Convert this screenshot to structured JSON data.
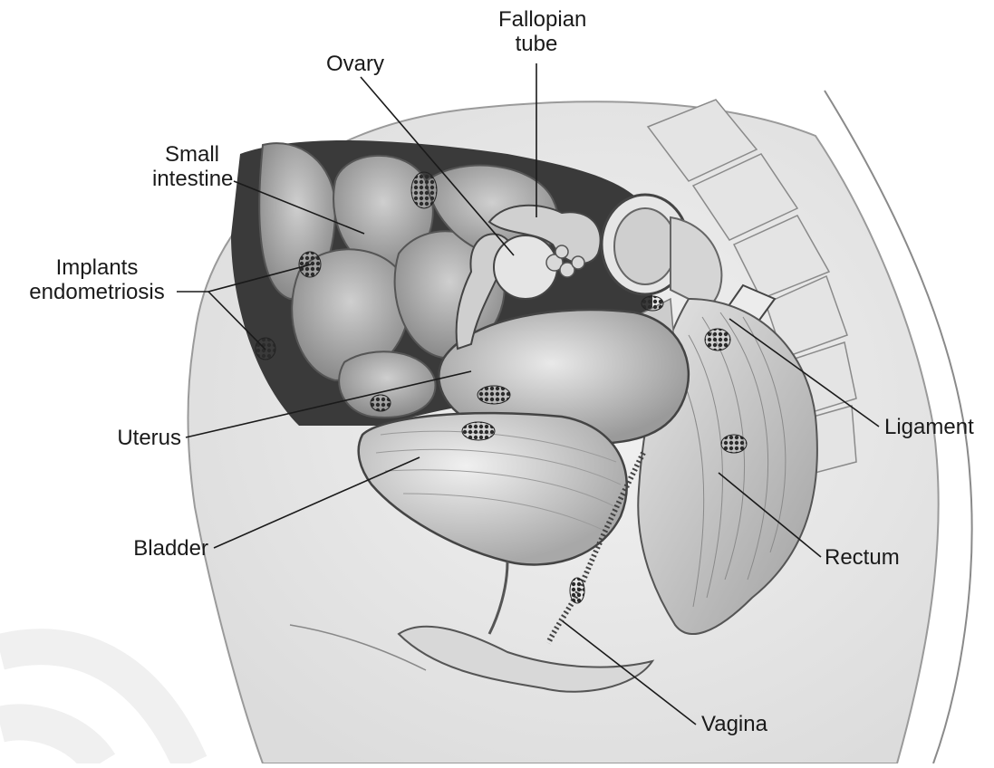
{
  "diagram": {
    "labels": {
      "fallopian_tube": [
        "Fallopian",
        "tube"
      ],
      "ovary": "Ovary",
      "small_intestine": [
        "Small",
        "intestine"
      ],
      "implants": [
        "Implants",
        "endometriosis"
      ],
      "uterus": "Uterus",
      "bladder": "Bladder",
      "ligament": "Ligament",
      "rectum": "Rectum",
      "vagina": "Vagina"
    },
    "colors": {
      "background": "#ffffff",
      "cavity_dark": "#3a3a3a",
      "tissue_light": "#d9d9d9",
      "tissue_mid": "#b8b8b8",
      "tissue_dark": "#8c8c8c",
      "outline": "#4a4a4a",
      "leader_line": "#1a1a1a",
      "implant": "#2b2b2b"
    }
  }
}
